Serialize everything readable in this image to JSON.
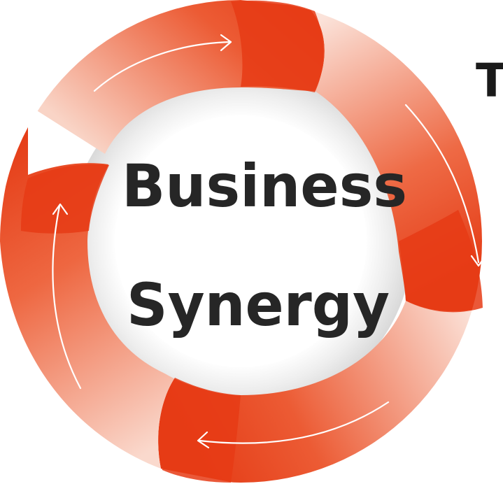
{
  "diagram": {
    "title_lines": [
      "Business",
      "Synergy"
    ],
    "side_text": "T",
    "colors": {
      "accent": "#e8401c",
      "accent_dark": "#cf2f10",
      "accent_light": "#f6b7a2",
      "inner_ring": "#e9e9e9",
      "text": "#262626",
      "arrow": "#ffffff"
    },
    "cycle_arrows": [
      "arrow-top",
      "arrow-right",
      "arrow-bottom",
      "arrow-left"
    ]
  }
}
